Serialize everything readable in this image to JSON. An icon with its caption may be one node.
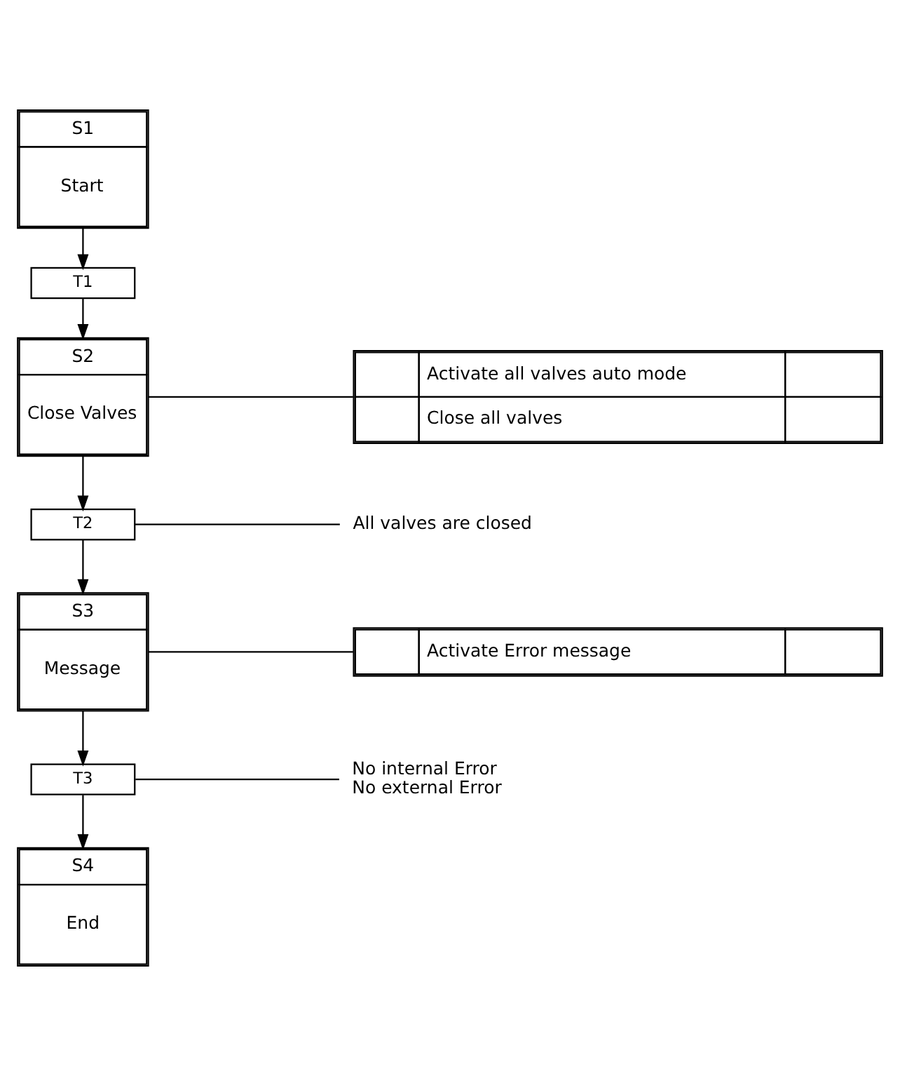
{
  "diagram": {
    "nodes": [
      {
        "text": [
          "S1",
          "Start"
        ]
      },
      {
        "text": [
          "T1"
        ]
      },
      {
        "text": [
          "S2",
          "Close Valves"
        ]
      },
      {
        "text": [
          "Activate all valves auto mode",
          "Close all valves"
        ]
      },
      {
        "text": [
          "T2"
        ]
      },
      {
        "text": [
          "All valves are closed"
        ]
      },
      {
        "text": [
          "S3",
          "Message"
        ]
      },
      {
        "text": [
          "Activate Error message"
        ]
      },
      {
        "text": [
          "T3"
        ]
      },
      {
        "text": [
          "No internal Error",
          "No external Error"
        ]
      },
      {
        "text": [
          "S4",
          "End"
        ]
      }
    ],
    "edges": [
      {
        "from": 0,
        "to": 1,
        "arrow": "to"
      },
      {
        "from": 1,
        "to": 2,
        "arrow": "to"
      },
      {
        "from": 2,
        "to": 3,
        "arrow": "none"
      },
      {
        "from": 2,
        "to": 4,
        "arrow": "to"
      },
      {
        "from": 4,
        "to": 5,
        "arrow": "none"
      },
      {
        "from": 4,
        "to": 6,
        "arrow": "to"
      },
      {
        "from": 6,
        "to": 7,
        "arrow": "none"
      },
      {
        "from": 6,
        "to": 8,
        "arrow": "to"
      },
      {
        "from": 8,
        "to": 9,
        "arrow": "none"
      },
      {
        "from": 8,
        "to": 10,
        "arrow": "to"
      }
    ]
  }
}
